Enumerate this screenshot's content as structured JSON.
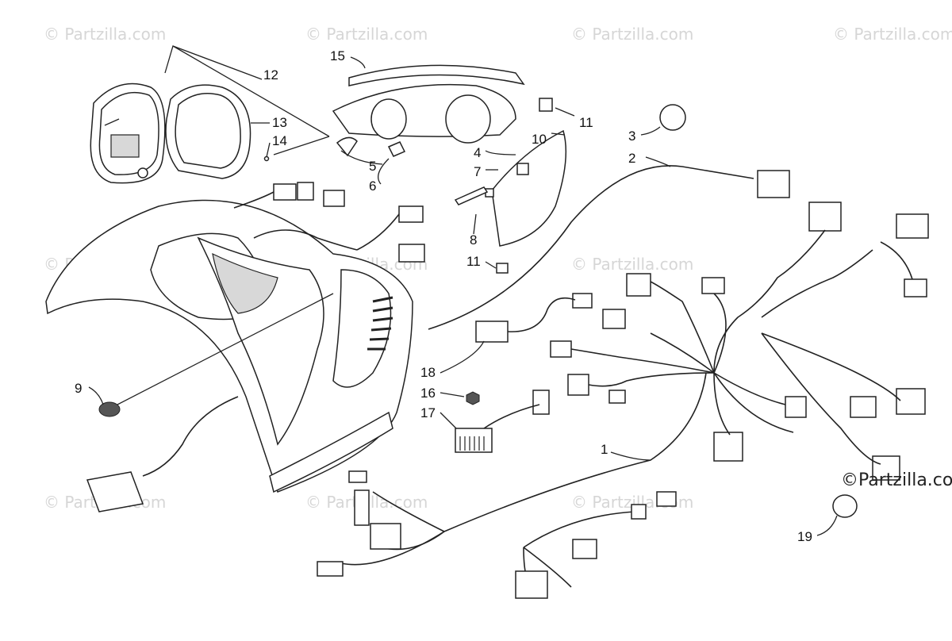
{
  "diagram": {
    "callouts": [
      "1",
      "2",
      "3",
      "4",
      "5",
      "6",
      "7",
      "8",
      "9",
      "10",
      "11",
      "11",
      "12",
      "13",
      "14",
      "15",
      "16",
      "17",
      "18",
      "19"
    ],
    "watermark": "© Partzilla.com",
    "watermark_corner": "©Partzilla.com"
  }
}
